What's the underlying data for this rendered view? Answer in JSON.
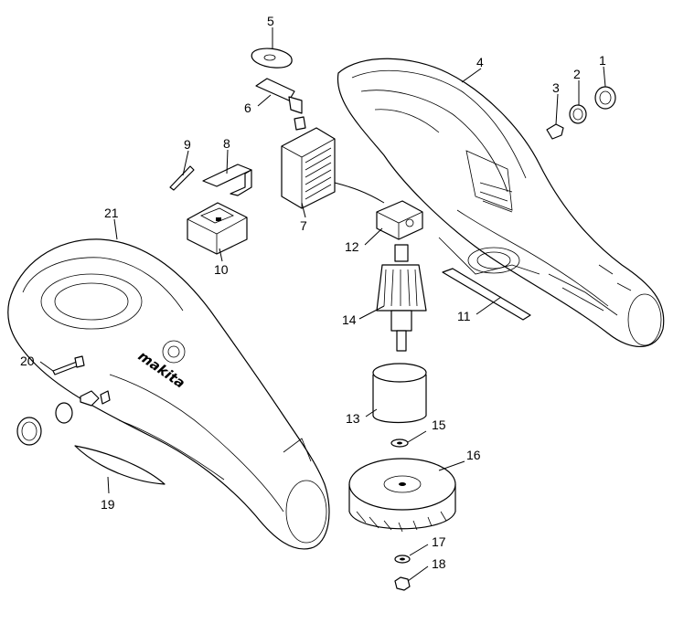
{
  "brand_logo": "makita",
  "callouts": [
    "1",
    "2",
    "3",
    "4",
    "5",
    "6",
    "7",
    "8",
    "9",
    "10",
    "11",
    "12",
    "13",
    "14",
    "15",
    "16",
    "17",
    "18",
    "19",
    "20",
    "21"
  ]
}
